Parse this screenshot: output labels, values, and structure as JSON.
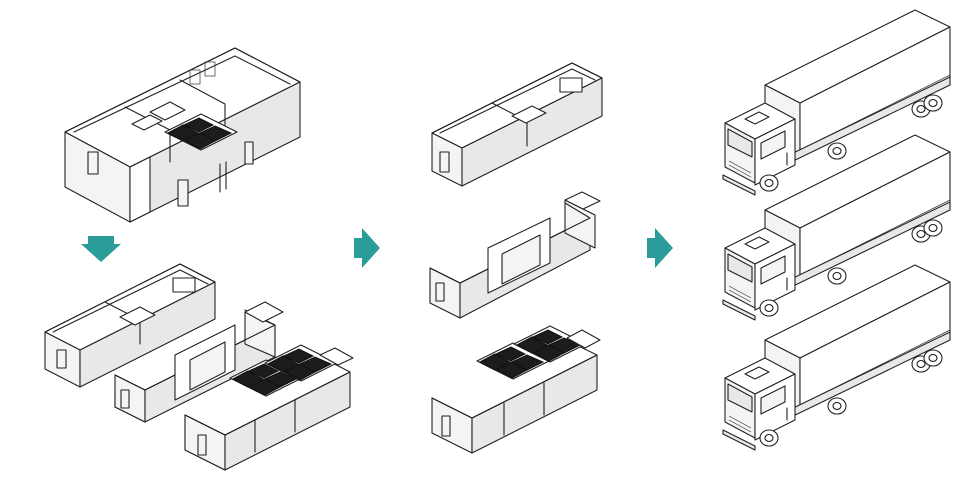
{
  "colors": {
    "arrow": "#2a9d9b",
    "line": "#222222",
    "background": "#ffffff"
  },
  "stages": [
    {
      "id": "assembled",
      "items": [
        "full-module-3d",
        "exploded-module"
      ]
    },
    {
      "id": "separated",
      "items": [
        "module-a",
        "module-b",
        "module-c"
      ]
    },
    {
      "id": "transport",
      "items": [
        "truck-1",
        "truck-2",
        "truck-3"
      ]
    }
  ],
  "arrows": [
    {
      "id": "arrow-down",
      "direction": "down"
    },
    {
      "id": "arrow-right-1",
      "direction": "right"
    },
    {
      "id": "arrow-right-2",
      "direction": "right"
    }
  ]
}
